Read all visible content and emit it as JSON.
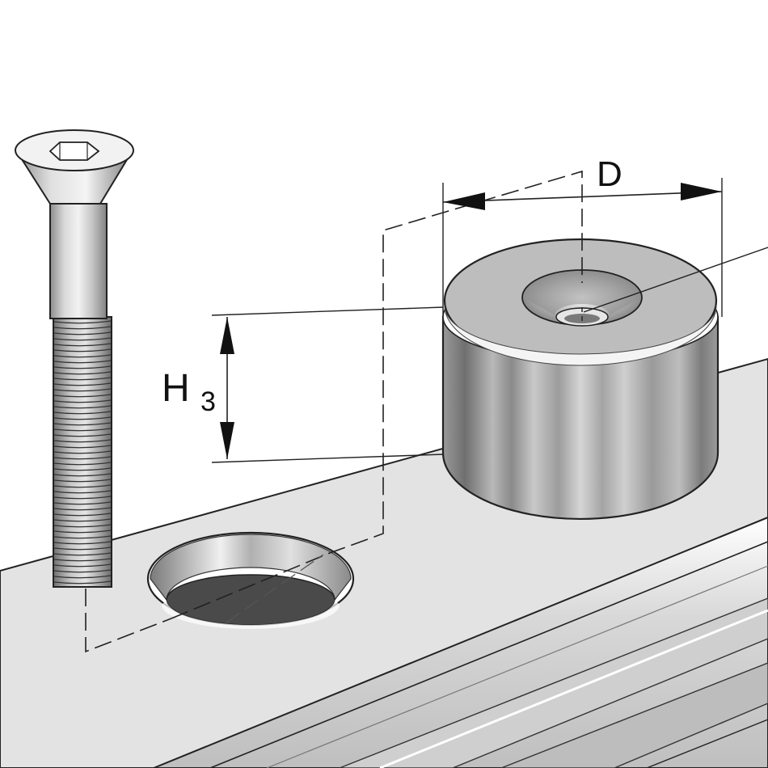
{
  "diagram": {
    "labels": {
      "diameter": "D",
      "height_main": "H",
      "height_sub": "3"
    }
  }
}
